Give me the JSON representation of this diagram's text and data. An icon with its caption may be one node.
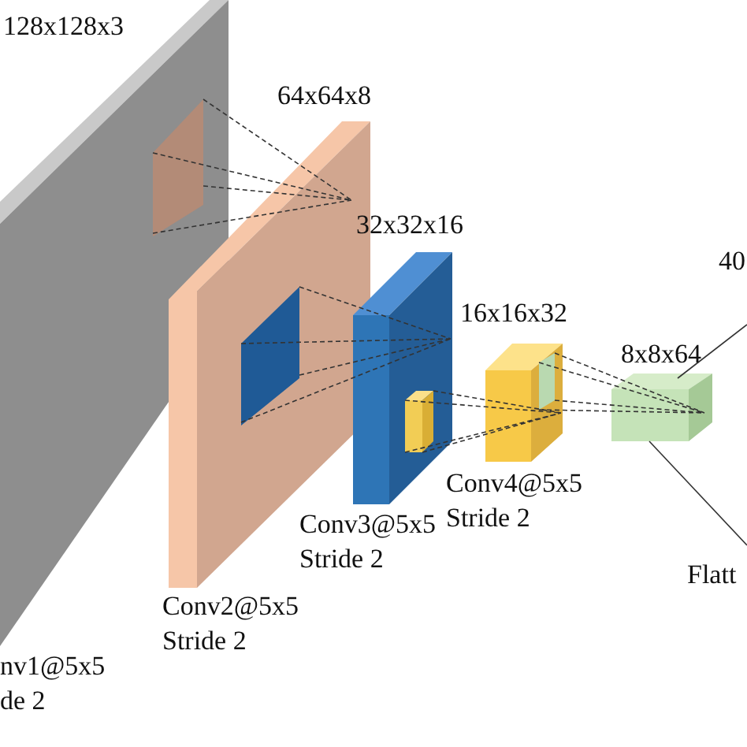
{
  "diagram": {
    "nodes": [
      {
        "text": [
          "128x128x3",
          "nv1@5x5 de 2"
        ]
      },
      {
        "text": [],
        "shape": "box",
        "in": 0
      },
      {
        "text": [
          "64x64x8",
          "Conv2@5x5 Stride 2"
        ]
      },
      {
        "text": [],
        "shape": "box",
        "in": 2
      },
      {
        "text": [
          "32x32x16",
          "Conv3@5x5 Stride 2"
        ]
      },
      {
        "text": [],
        "shape": "box",
        "in": 4
      },
      {
        "text": [
          "16x16x32",
          "Conv4@5x5 Stride 2"
        ]
      },
      {
        "text": [],
        "shape": "box",
        "in": 6
      },
      {
        "text": [
          "8x8x64"
        ]
      },
      {
        "text": [
          "40"
        ]
      },
      {
        "text": [
          "Flatt"
        ]
      }
    ],
    "edges": [
      {
        "from": 1,
        "to": 2,
        "arrow": "none",
        "style": "dashed"
      },
      {
        "from": 3,
        "to": 4,
        "arrow": "none",
        "style": "dashed"
      },
      {
        "from": 5,
        "to": 6,
        "arrow": "none",
        "style": "dashed"
      },
      {
        "from": 7,
        "to": 8,
        "arrow": "none",
        "style": "dashed"
      },
      {
        "from": 8,
        "to": 9,
        "arrow": "none"
      },
      {
        "from": 8,
        "to": 10,
        "arrow": "none"
      }
    ]
  }
}
